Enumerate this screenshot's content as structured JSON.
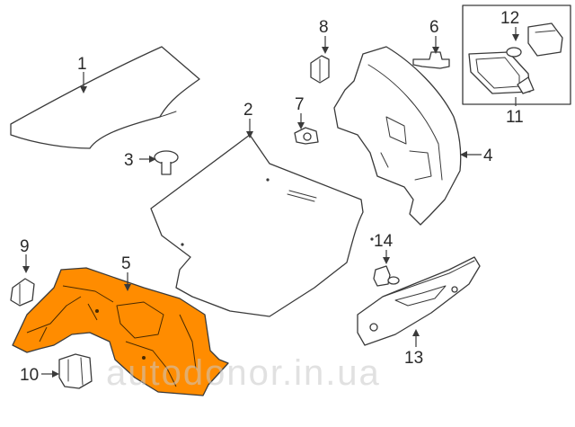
{
  "callouts": {
    "c1": "1",
    "c2": "2",
    "c3": "3",
    "c4": "4",
    "c5": "5",
    "c6": "6",
    "c7": "7",
    "c8": "8",
    "c9": "9",
    "c10": "10",
    "c11": "11",
    "c12": "12",
    "c13": "13",
    "c14": "14"
  },
  "watermark": "autodonor.in.ua",
  "colors": {
    "highlight": "#FF8C00",
    "line": "#3a3a3a",
    "background": "#ffffff"
  }
}
